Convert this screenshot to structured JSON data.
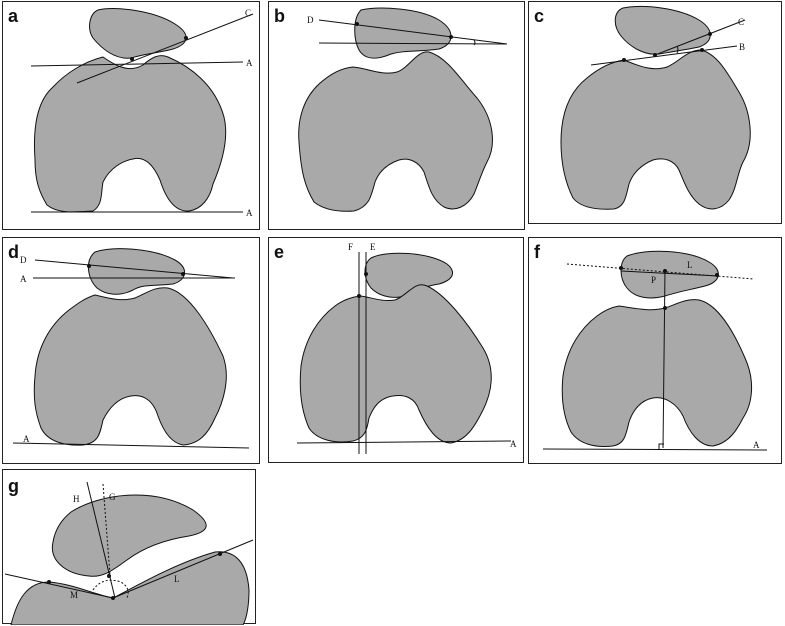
{
  "panels": {
    "a": {
      "label": "a",
      "lines": [
        "C",
        "A",
        "A"
      ]
    },
    "b": {
      "label": "b",
      "lines": [
        "D"
      ]
    },
    "c": {
      "label": "c",
      "lines": [
        "C",
        "B"
      ]
    },
    "d": {
      "label": "d",
      "lines": [
        "D",
        "A",
        "A"
      ]
    },
    "e": {
      "label": "e",
      "lines": [
        "F",
        "E",
        "A"
      ]
    },
    "f": {
      "label": "f",
      "lines": [
        "L",
        "P",
        "A"
      ]
    },
    "g": {
      "label": "g",
      "lines": [
        "H",
        "G",
        "M",
        "L"
      ]
    }
  },
  "colors": {
    "bone": "#a9a9a9",
    "outline": "#111111",
    "border": "#222222"
  }
}
